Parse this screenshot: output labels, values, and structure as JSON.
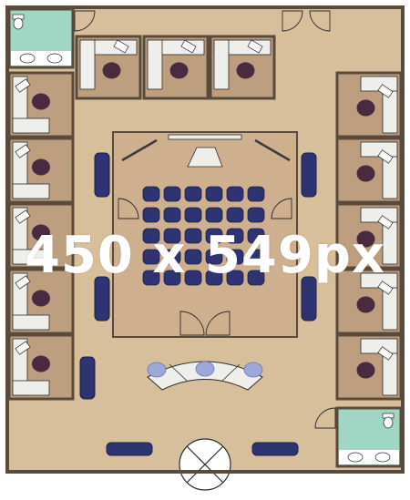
{
  "image": {
    "type": "office floor plan",
    "overlay_text": "450 x 549px"
  },
  "colors": {
    "wall": "#5a4a3c",
    "floor": "#d8bf9c",
    "office_floor": "#bd9f80",
    "conference_floor": "#cfb08e",
    "bathroom": "#9fd6c4",
    "desk": "#eeeeea",
    "chair_dark": "#4a2a3e",
    "chair_blue": "#2e3472",
    "chair_light": "#9ea8d8",
    "outline": "#2c2c2c"
  },
  "plan": {
    "top_offices_count": 3,
    "left_offices_count": 5,
    "right_offices_count": 5,
    "bathrooms_count": 2,
    "conference_chair_rows": 5,
    "conference_chairs_per_row": 6,
    "reception_chairs_count": 3
  }
}
